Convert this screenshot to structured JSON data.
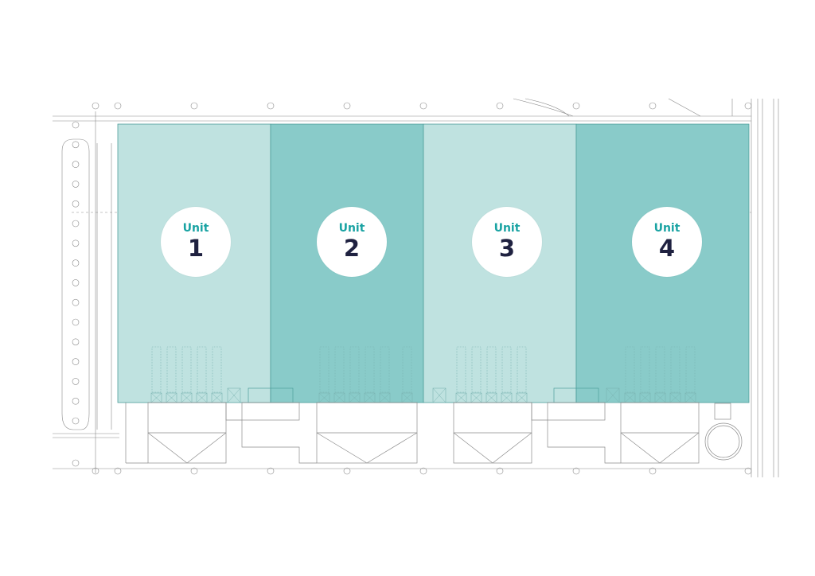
{
  "units": [
    {
      "word": "Unit",
      "number": "1",
      "fill": "#bfe2e0"
    },
    {
      "word": "Unit",
      "number": "2",
      "fill": "#89cbc9"
    },
    {
      "word": "Unit",
      "number": "3",
      "fill": "#bfe2e0"
    },
    {
      "word": "Unit",
      "number": "4",
      "fill": "#89cbc9"
    }
  ],
  "colors": {
    "light_fill": "#bfe2e0",
    "dark_fill": "#89cbc9",
    "unit_border": "#4e9e9c",
    "linework": "#8a8a8a",
    "badge_word": "#1aa3a3",
    "badge_number": "#1f2140"
  }
}
